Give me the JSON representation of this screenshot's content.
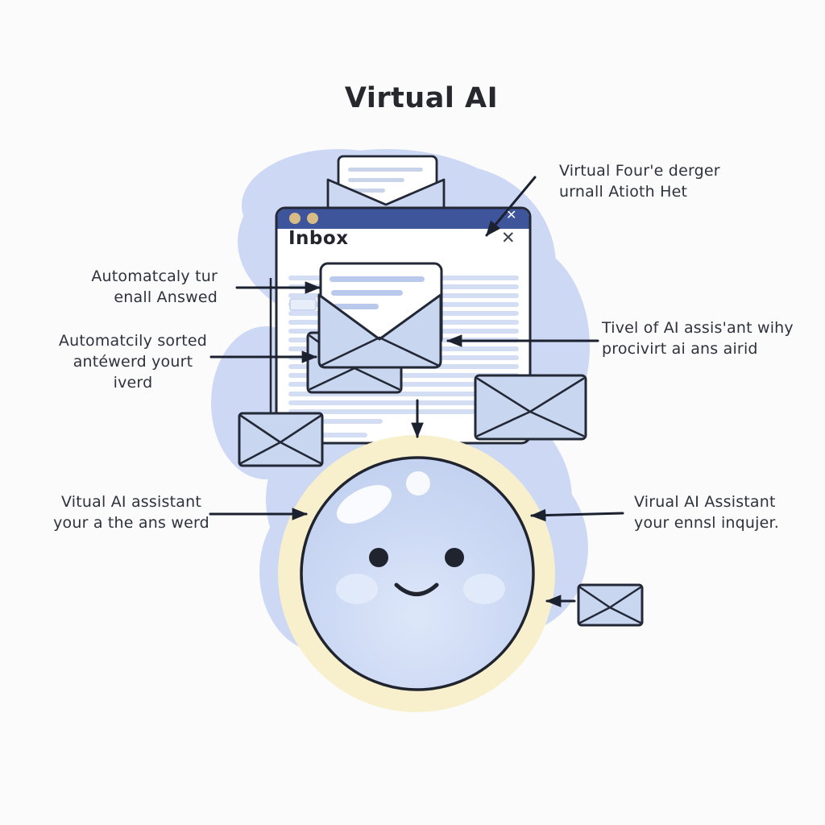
{
  "title": "Virtual AI",
  "window": {
    "title": "Inbox",
    "titlebar_close_glyph": "✕",
    "content_close_glyph": "✕"
  },
  "labels": {
    "top_right": [
      "Virtual Four'e derger",
      "urnall Atioth Het"
    ],
    "left_upper": [
      "Automatcaly tur",
      "enall Answed"
    ],
    "left_lower": [
      "Automatcily sorted",
      "antéwerd yourt iverd"
    ],
    "right_mid": [
      "Tivel of AI assis'ant wihy",
      "procivirt ai ans airid"
    ],
    "bottom_left": [
      "Vitual AI assistant",
      "your a the ans werd"
    ],
    "bottom_right": [
      "Virual AI Assistant",
      "your ennsl inqujer."
    ]
  },
  "icons": {
    "window_controls": "window-control-dots",
    "envelope": "envelope-icon",
    "open_envelope": "open-envelope-letter-icon",
    "assistant": "smiling-ball-assistant-icon",
    "arrow": "arrow-connector-icon"
  },
  "colors": {
    "background": "#fbfbfc",
    "titlebar": "#3e549b",
    "blob": "#cdd9f4",
    "envelope_fill": "#c9d6f0",
    "outline": "#232836",
    "halo": "#f8f0cd",
    "ball": "#c6d4f1",
    "stripe": "#ccd8f1",
    "dot_tan": "#d8bc85",
    "arrow": "#1c2130"
  }
}
